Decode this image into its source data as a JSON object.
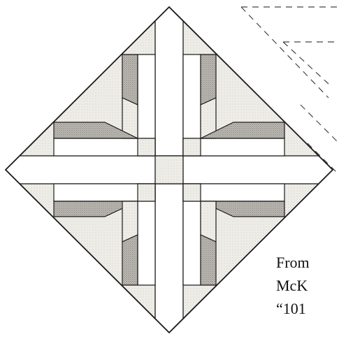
{
  "caption": {
    "line1": "From",
    "line2": "McK",
    "line3": "“101"
  },
  "colors": {
    "outline": "#1a1a1a",
    "light_fill": "#ecebe6",
    "dark_fill": "#b9b6b0",
    "white": "#ffffff",
    "dash": "#444444"
  },
  "block": {
    "type": "quilt-block-on-point",
    "quadrants": 4,
    "sashing": "cross"
  }
}
